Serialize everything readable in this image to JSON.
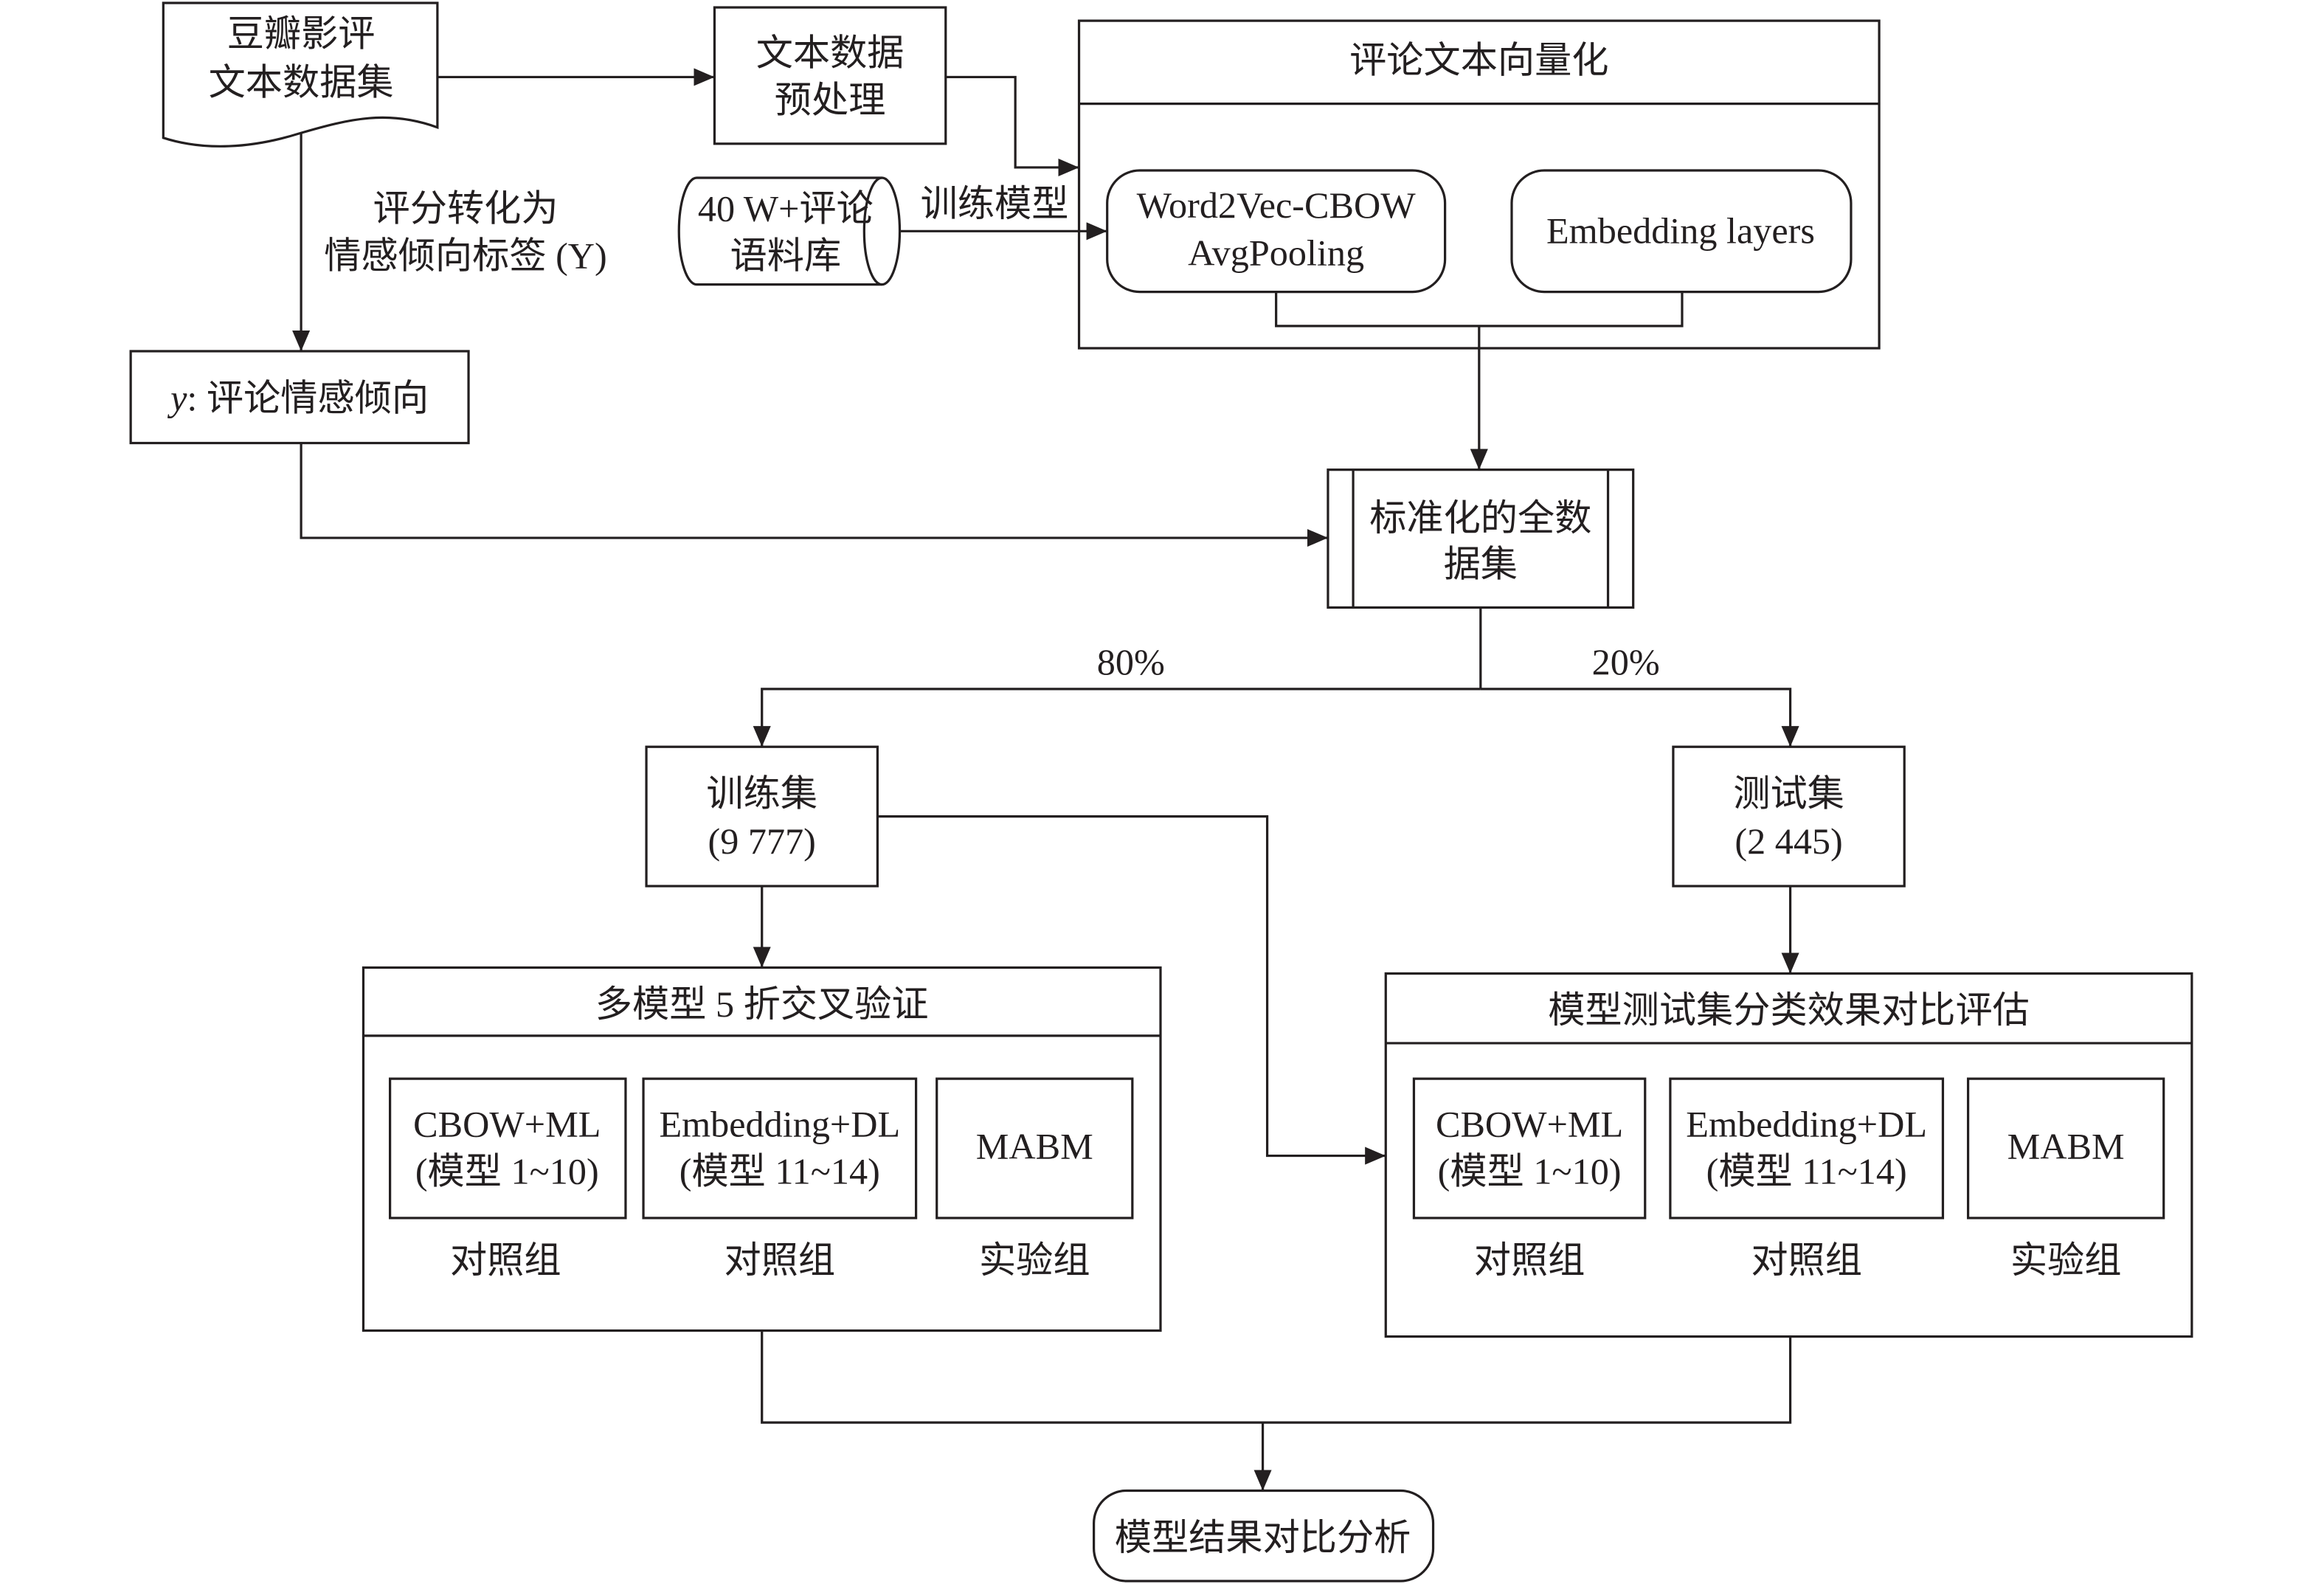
{
  "colors": {
    "line": "#231f20",
    "text": "#231f20",
    "background": "#ffffff"
  },
  "source_dataset": {
    "lines": [
      "豆瓣影评",
      "文本数据集"
    ]
  },
  "preprocessing": {
    "lines": [
      "文本数据",
      "预处理"
    ]
  },
  "vectorization": {
    "title": "评论文本向量化",
    "word2vec": {
      "lines": [
        "Word2Vec-CBOW",
        "AvgPooling"
      ]
    },
    "embedding": {
      "label": "Embedding layers"
    }
  },
  "corpus": {
    "lines": [
      "40 W+评论",
      "语料库"
    ]
  },
  "train_model_label": "训练模型",
  "label_conversion": {
    "lines": [
      "评分转化为",
      "情感倾向标签 (Y)"
    ]
  },
  "sentiment_box": {
    "variable": "y",
    "text": ": 评论情感倾向"
  },
  "standardized_dataset": {
    "lines": [
      "标准化的全数",
      "据集"
    ]
  },
  "split": {
    "train_ratio": "80%",
    "test_ratio": "20%"
  },
  "train_set": {
    "lines": [
      "训练集",
      "(9 777)"
    ]
  },
  "test_set": {
    "lines": [
      "测试集",
      "(2 445)"
    ]
  },
  "cross_validation": {
    "title": "多模型 5 折交叉验证",
    "models": [
      {
        "lines": [
          "CBOW+ML",
          "(模型 1~10)"
        ],
        "group": "对照组"
      },
      {
        "lines": [
          "Embedding+DL",
          "(模型 11~14)"
        ],
        "group": "对照组"
      },
      {
        "lines": [
          "MABM"
        ],
        "group": "实验组"
      }
    ]
  },
  "test_evaluation": {
    "title": "模型测试集分类效果对比评估",
    "models": [
      {
        "lines": [
          "CBOW+ML",
          "(模型 1~10)"
        ],
        "group": "对照组"
      },
      {
        "lines": [
          "Embedding+DL",
          "(模型 11~14)"
        ],
        "group": "对照组"
      },
      {
        "lines": [
          "MABM"
        ],
        "group": "实验组"
      }
    ]
  },
  "result": {
    "label": "模型结果对比分析"
  }
}
